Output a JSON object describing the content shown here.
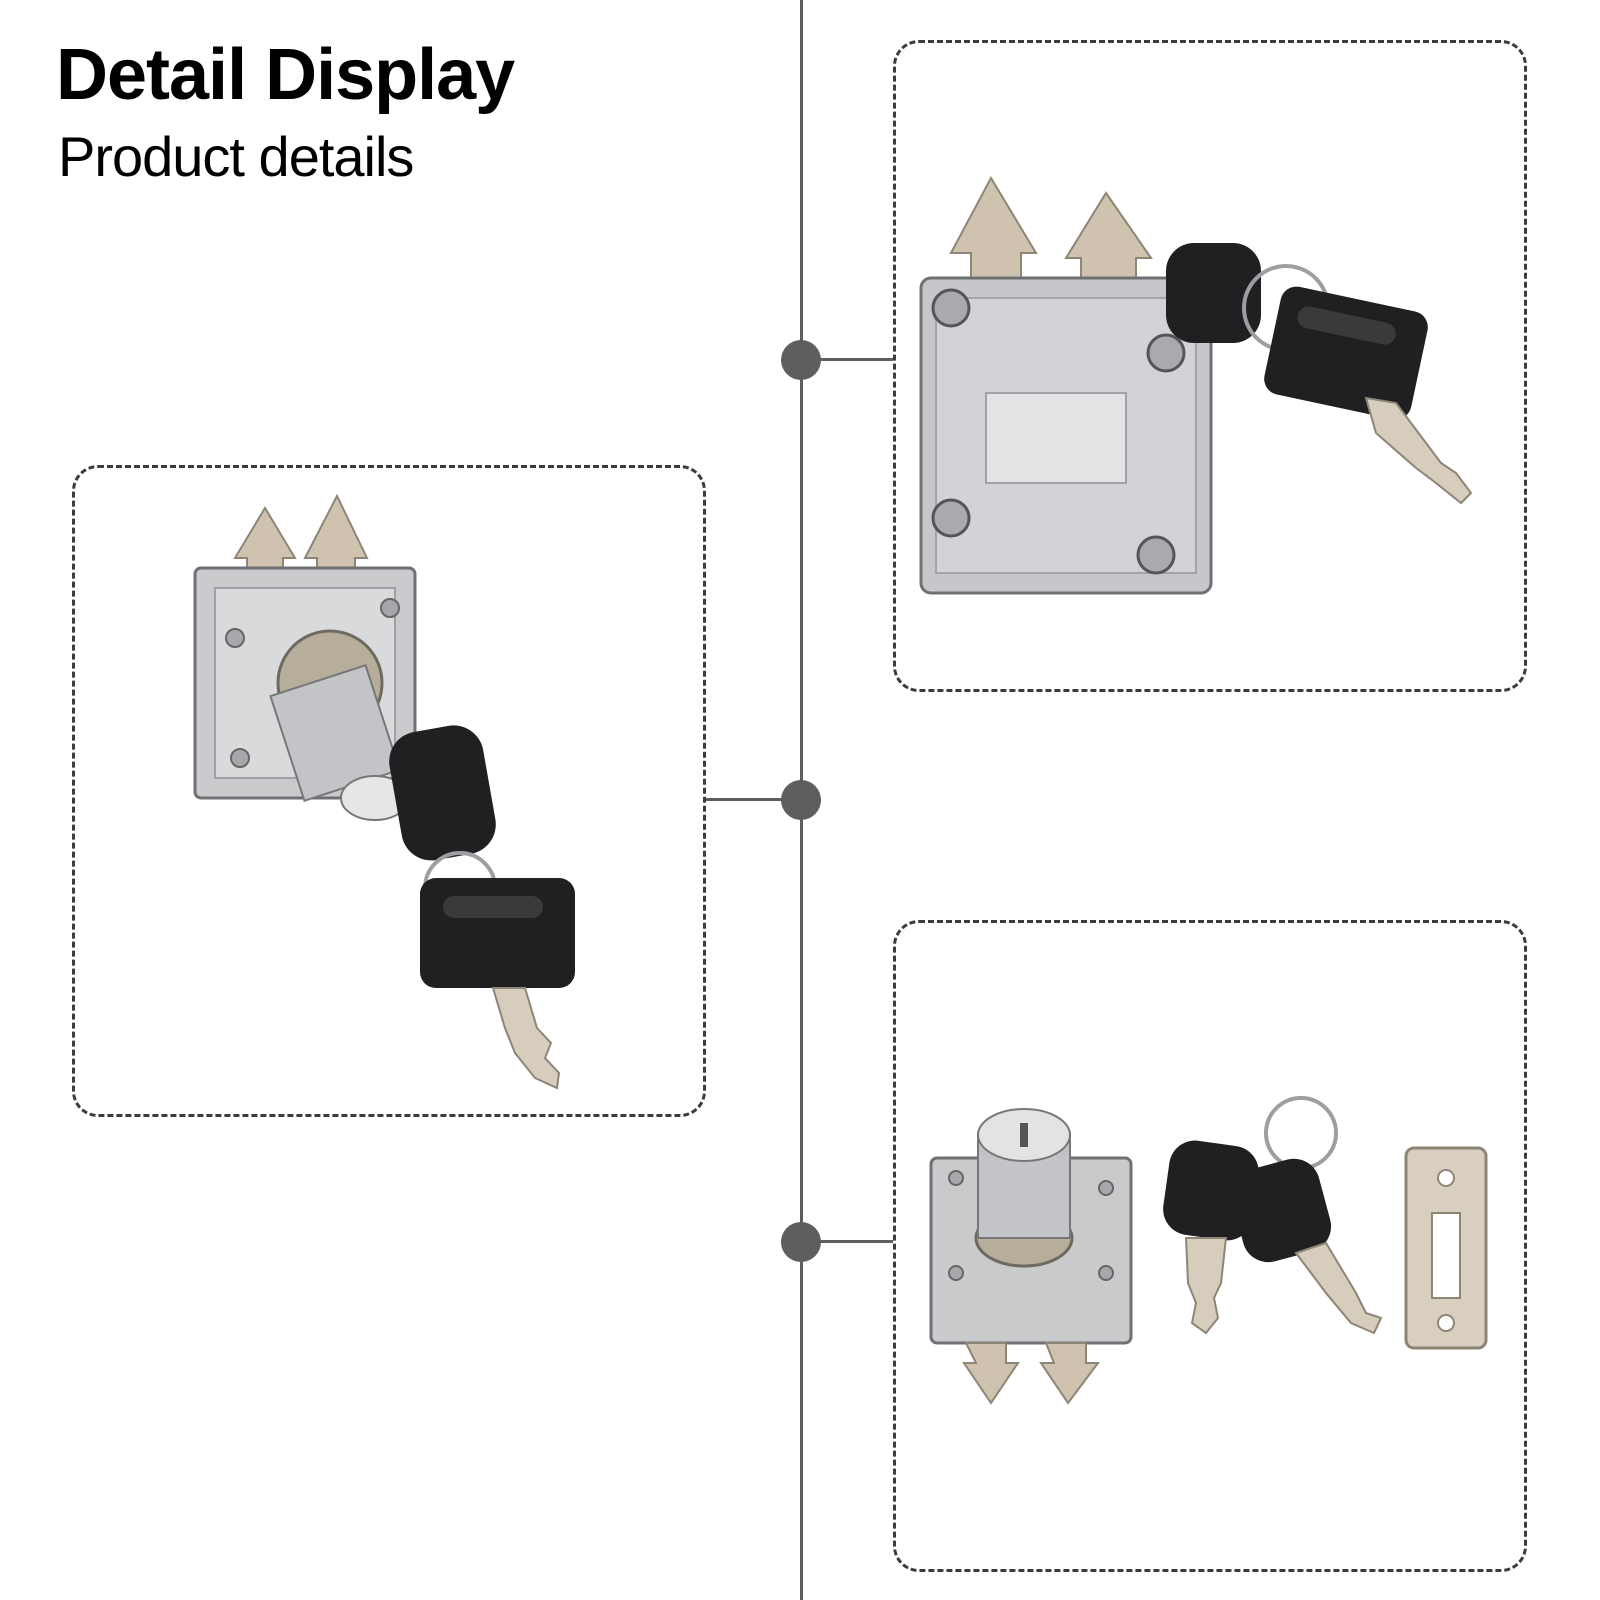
{
  "header": {
    "title": "Detail Display",
    "subtitle": "Product details"
  },
  "colors": {
    "line": "#5e5e60",
    "frame_border": "#3c3c3e",
    "chrome": "#c9cacc",
    "brass": "#cfc3b0",
    "key_black": "#202022"
  },
  "panels": [
    {
      "id": "panel-left",
      "content": "lock-with-keys-photo"
    },
    {
      "id": "panel-top-right",
      "content": "lock-face-with-keys-photo"
    },
    {
      "id": "panel-bottom-right",
      "content": "lock-keys-strike-plate-photo"
    }
  ]
}
